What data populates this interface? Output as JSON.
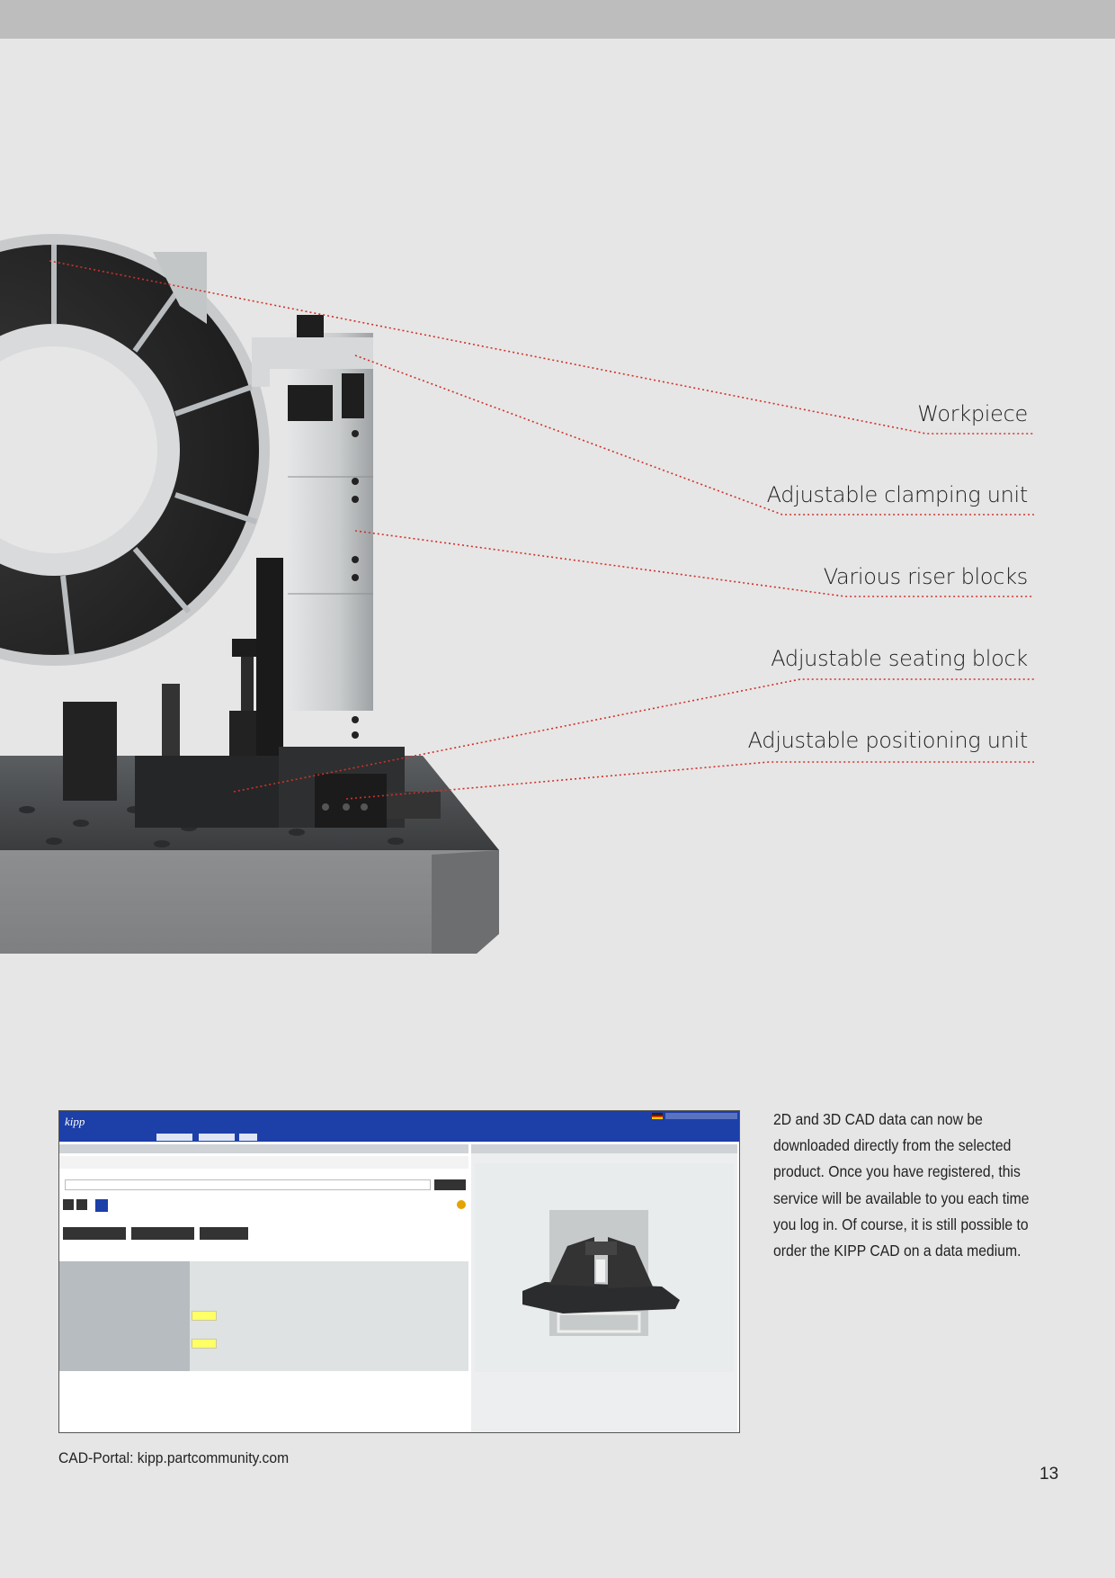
{
  "callouts": {
    "workpiece": "Workpiece",
    "clamping": "Adjustable clamping unit",
    "riser": "Various riser blocks",
    "seating": "Adjustable seating block",
    "positioning": "Adjustable positioning unit"
  },
  "screenshot": {
    "logo": "kipp"
  },
  "caption": "CAD-Portal: kipp.partcommunity.com",
  "description": "2D and 3D CAD data can now be downloaded directly from the selected product. Once you have registered, this service will be available to you each time you log in. Of course, it is still possible to order the KIPP CAD on a data medium.",
  "page_number": "13",
  "colors": {
    "accent_red": "#d0322a",
    "portal_blue": "#1c3fa8"
  }
}
